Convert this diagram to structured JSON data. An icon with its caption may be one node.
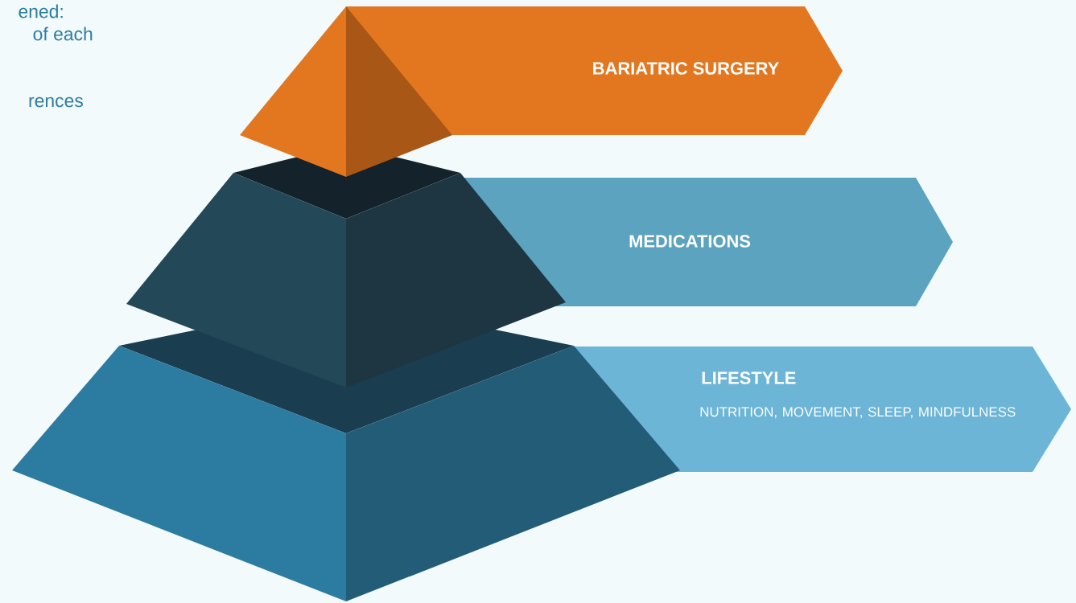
{
  "diagram": {
    "nodes": [
      {
        "text": [
          "BARIATRIC SURGERY"
        ]
      },
      {
        "text": [
          "MEDICATIONS"
        ]
      },
      {
        "text": [
          "LIFESTYLE",
          "NUTRITION, MOVEMENT, SLEEP, MINDFULNESS"
        ]
      }
    ],
    "labels": [
      "ened:",
      "of each",
      "rences"
    ]
  }
}
